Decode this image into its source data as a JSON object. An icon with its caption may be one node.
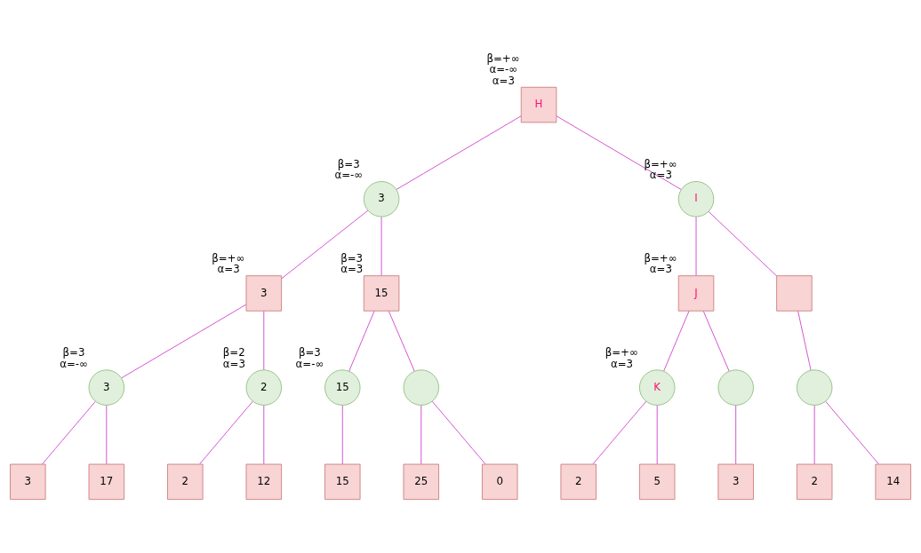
{
  "diagram": {
    "nodes": [
      {
        "text": [
          "H"
        ],
        "beside": [
          "β=+∞",
          "α=-∞",
          "α=3"
        ]
      },
      {
        "text": [
          "3"
        ],
        "beside": [
          "β=3",
          "α=-∞"
        ]
      },
      {
        "text": [
          "I"
        ],
        "beside": [
          "β=+∞",
          "α=3"
        ]
      },
      {
        "text": [
          "3"
        ],
        "beside": [
          "β=+∞",
          "α=3"
        ]
      },
      {
        "text": [
          "15"
        ],
        "beside": [
          "β=3",
          "α=3"
        ]
      },
      {
        "text": [
          "J"
        ],
        "beside": [
          "β=+∞",
          "α=3"
        ]
      },
      {
        "text": [],
        "shape": "box"
      },
      {
        "text": [
          "3"
        ],
        "beside": [
          "β=3",
          "α=-∞"
        ]
      },
      {
        "text": [
          "2"
        ],
        "beside": [
          "β=2",
          "α=3"
        ]
      },
      {
        "text": [
          "15"
        ],
        "beside": [
          "β=3",
          "α=-∞"
        ]
      },
      {
        "text": [],
        "shape": "circle"
      },
      {
        "text": [
          "K"
        ],
        "beside": [
          "β=+∞",
          "α=3"
        ]
      },
      {
        "text": [],
        "shape": "circle"
      },
      {
        "text": [],
        "shape": "circle"
      },
      {
        "text": [
          "3"
        ]
      },
      {
        "text": [
          "17"
        ]
      },
      {
        "text": [
          "2"
        ]
      },
      {
        "text": [
          "12"
        ]
      },
      {
        "text": [
          "15"
        ]
      },
      {
        "text": [
          "25"
        ]
      },
      {
        "text": [
          "0"
        ]
      },
      {
        "text": [
          "2"
        ]
      },
      {
        "text": [
          "5"
        ]
      },
      {
        "text": [
          "3"
        ]
      },
      {
        "text": [
          "2"
        ]
      },
      {
        "text": [
          "14"
        ]
      }
    ],
    "edges": [
      {
        "from": 0,
        "to": 1,
        "arrow": "none"
      },
      {
        "from": 0,
        "to": 2,
        "arrow": "none"
      },
      {
        "from": 1,
        "to": 3,
        "arrow": "none"
      },
      {
        "from": 1,
        "to": 4,
        "arrow": "none"
      },
      {
        "from": 2,
        "to": 5,
        "arrow": "none"
      },
      {
        "from": 2,
        "to": 6,
        "arrow": "none"
      },
      {
        "from": 3,
        "to": 7,
        "arrow": "none"
      },
      {
        "from": 3,
        "to": 8,
        "arrow": "none"
      },
      {
        "from": 4,
        "to": 9,
        "arrow": "none"
      },
      {
        "from": 4,
        "to": 10,
        "arrow": "none"
      },
      {
        "from": 5,
        "to": 11,
        "arrow": "none"
      },
      {
        "from": 5,
        "to": 12,
        "arrow": "none"
      },
      {
        "from": 6,
        "to": 13,
        "arrow": "none"
      },
      {
        "from": 7,
        "to": 14,
        "arrow": "none"
      },
      {
        "from": 7,
        "to": 15,
        "arrow": "none"
      },
      {
        "from": 8,
        "to": 16,
        "arrow": "none"
      },
      {
        "from": 8,
        "to": 17,
        "arrow": "none"
      },
      {
        "from": 9,
        "to": 18,
        "arrow": "none"
      },
      {
        "from": 10,
        "to": 19,
        "arrow": "none"
      },
      {
        "from": 10,
        "to": 20,
        "arrow": "none"
      },
      {
        "from": 11,
        "to": 21,
        "arrow": "none"
      },
      {
        "from": 11,
        "to": 22,
        "arrow": "none"
      },
      {
        "from": 12,
        "to": 23,
        "arrow": "none"
      },
      {
        "from": 13,
        "to": 24,
        "arrow": "none"
      },
      {
        "from": 13,
        "to": 25,
        "arrow": "none"
      }
    ]
  }
}
